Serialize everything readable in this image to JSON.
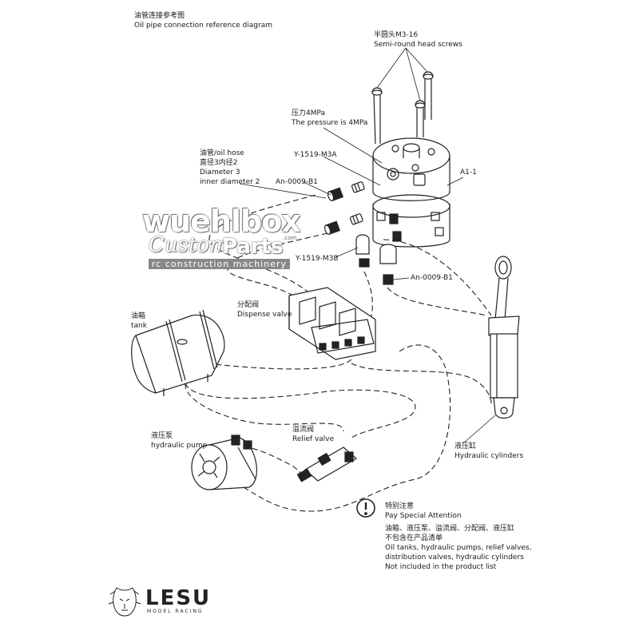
{
  "title": {
    "zh": "油管连接参考图",
    "en": "Oil pipe connection reference diagram"
  },
  "screws": {
    "zh": "半圆头M3-16",
    "en": "Semi-round head screws"
  },
  "pressure": {
    "zh": "压力4MPa",
    "en": "The pressure is 4MPa"
  },
  "y1519a": "Y-1519-M3A",
  "a11": "A1-1",
  "hose": {
    "zh": "油管/oil hose",
    "zh2": "直径3内径2",
    "en1": "Diameter 3",
    "en2": "inner diameter 2"
  },
  "an0009_top": "An-0009-B1",
  "y1519b": "Y-1519-M3B",
  "an0009_bot": "An-0009-B1",
  "dispense": {
    "zh": "分配阀",
    "en": "Dispense valve"
  },
  "tank": {
    "zh": "油箱",
    "en": "tank"
  },
  "pump": {
    "zh": "液压泵",
    "en": "hydraulic pump"
  },
  "relief": {
    "zh": "溢流阀",
    "en": "Relief valve"
  },
  "cylinder": {
    "zh": "液压缸",
    "en": "Hydraulic cylinders"
  },
  "notice": {
    "zh": "特别注意",
    "en": "Pay Special Attention",
    "zh1": "油箱、液压泵、溢流阀、分配阀、液压缸",
    "zh2": "不包含在产品清单",
    "en1": "Oil tanks, hydraulic pumps, relief valves,",
    "en2": "distribution valves, hydraulic cylinders",
    "en3": "Not included in the product list"
  },
  "watermark": {
    "main": "wuehlbox",
    "sub": "Custom",
    "parts": "Parts",
    "com": ".com",
    "tag": "rc construction machinery"
  },
  "logo": {
    "brand": "LESU",
    "sub": "MODEL RACING"
  }
}
